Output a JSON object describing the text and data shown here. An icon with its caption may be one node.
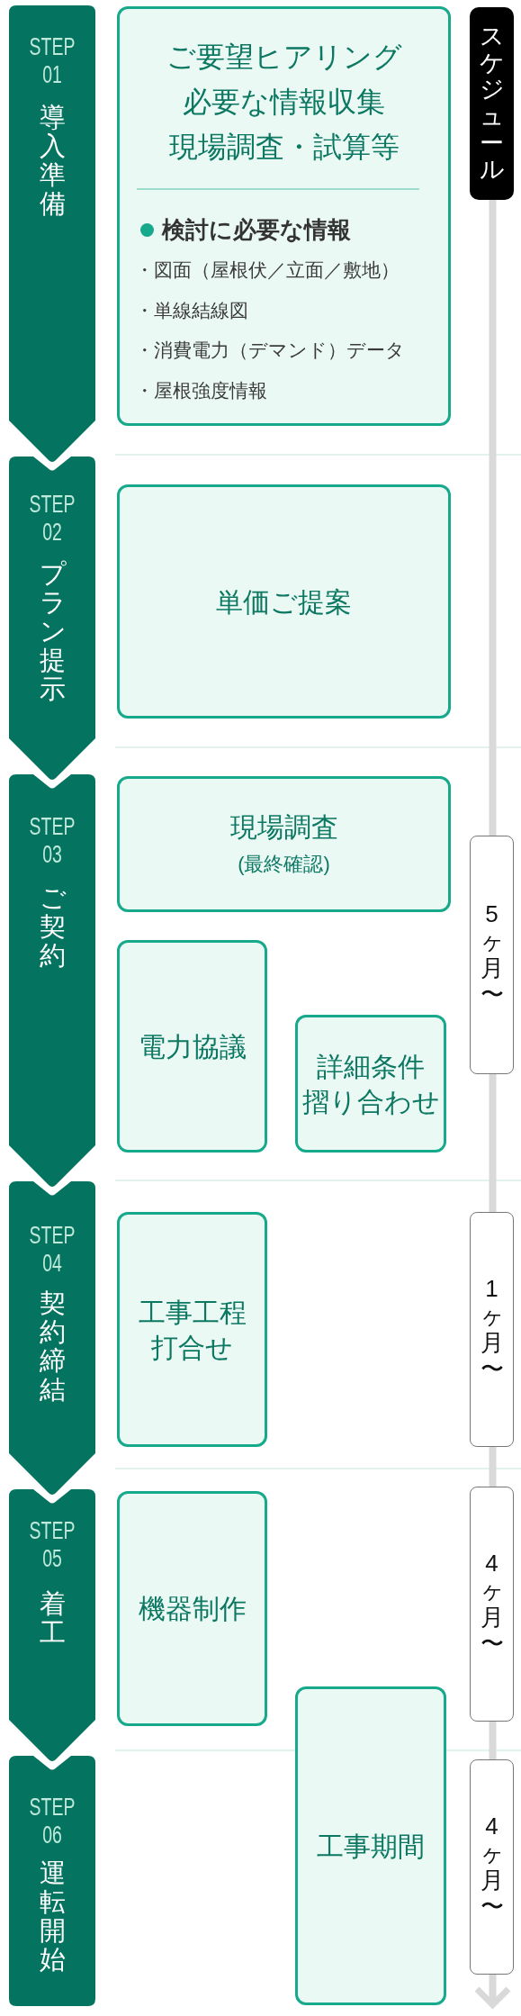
{
  "diagram": {
    "nodes": [
      {
        "text": [
          "STEP 01",
          "導入準備"
        ]
      },
      {
        "text": [
          "ご要望ヒアリング",
          "必要な情報収集",
          "現場調査・試算等",
          "検討に必要な情報",
          "・図面（屋根伏／立面／敷地）",
          "・単線結線図",
          "・消費電力（デマンド）データ",
          "・屋根強度情報"
        ]
      },
      {
        "text": [
          "スケジュール"
        ]
      },
      {
        "text": [
          "STEP 02",
          "プラン提示"
        ]
      },
      {
        "text": [
          "単価ご提案"
        ]
      },
      {
        "text": [
          "STEP 03",
          "ご契約"
        ]
      },
      {
        "text": [
          "現場調査",
          "(最終確認)"
        ]
      },
      {
        "text": [
          "5ヶ月〜"
        ]
      },
      {
        "text": [
          "電力協議"
        ]
      },
      {
        "text": [
          "詳細条件",
          "摺り合わせ"
        ]
      },
      {
        "text": [
          "STEP 04",
          "契約締結"
        ]
      },
      {
        "text": [
          "工事工程",
          "打合せ"
        ]
      },
      {
        "text": [
          "1ヶ月〜"
        ]
      },
      {
        "text": [
          "STEP 05",
          "着工"
        ]
      },
      {
        "text": [
          "機器制作"
        ]
      },
      {
        "text": [
          "4ヶ月〜"
        ]
      },
      {
        "text": [
          "工事期間"
        ]
      },
      {
        "text": [
          "STEP 06",
          "運転開始"
        ]
      },
      {
        "text": [
          "4ヶ月〜"
        ]
      }
    ]
  }
}
